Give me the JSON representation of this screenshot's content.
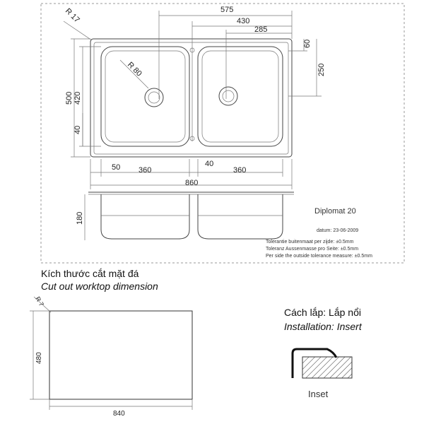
{
  "drawing": {
    "model": "Diplomat 20",
    "date": "datum: 23-06-2009",
    "tolerance_nl": "Tolerantie buitenmaat per zijde: ±0.5mm",
    "tolerance_de": "Toleranz Aussenmasse pro Seite: ±0.5mm",
    "tolerance_en": "Per side the outside tolerance measure: ±0.5mm",
    "dims": {
      "d575": "575",
      "d430": "430",
      "d285": "285",
      "d60": "60",
      "d250": "250",
      "r17": "R 17",
      "r80": "R 80",
      "d500": "500",
      "d420": "420",
      "d40v": "40",
      "d50": "50",
      "d360a": "360",
      "d40h": "40",
      "d360b": "360",
      "d860": "860",
      "d180": "180"
    }
  },
  "cutout": {
    "title_vi": "Kích thước cắt mặt đá",
    "title_en": "Cut out worktop dimension",
    "r7": "R 7",
    "d480": "480",
    "d840": "840"
  },
  "installation": {
    "title_vi": "Cách lắp: Lắp nổi",
    "title_en": "Installation: Insert",
    "profile_label": "Inset"
  }
}
